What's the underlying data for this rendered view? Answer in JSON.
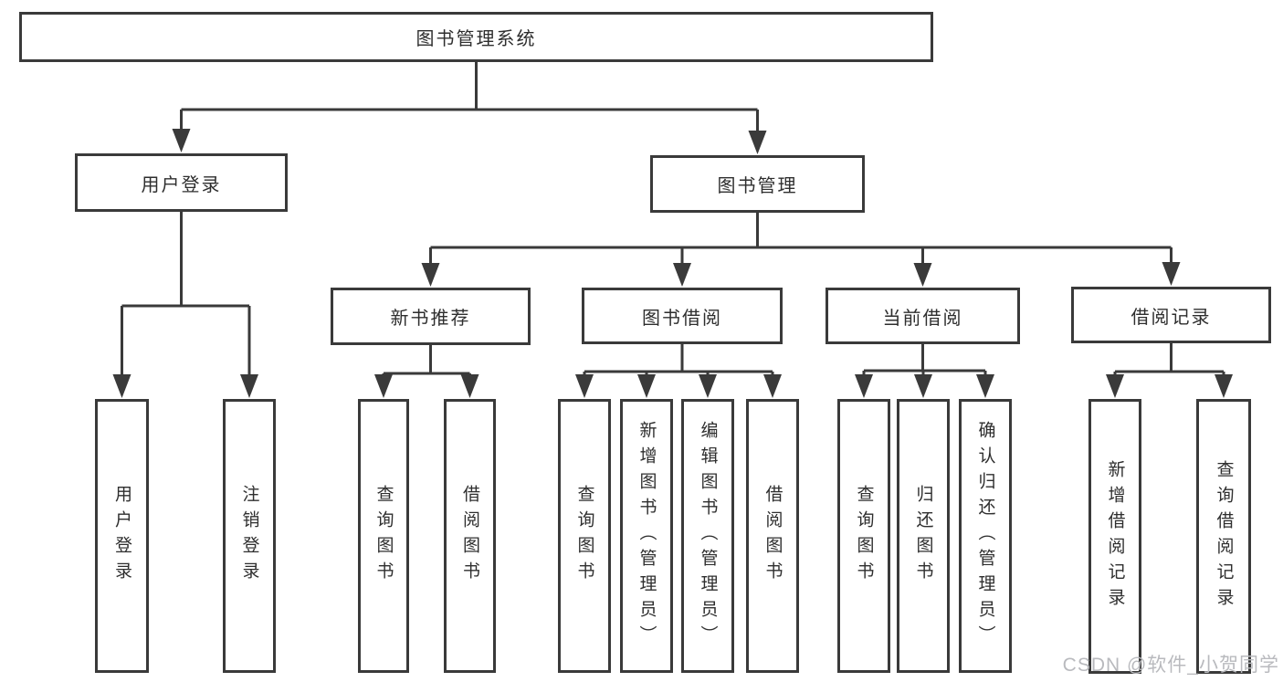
{
  "diagram": {
    "root": {
      "label": "图书管理系统"
    },
    "level2": [
      {
        "label": "用户登录"
      },
      {
        "label": "图书管理"
      }
    ],
    "level3": [
      {
        "label": "新书推荐"
      },
      {
        "label": "图书借阅"
      },
      {
        "label": "当前借阅"
      },
      {
        "label": "借阅记录"
      }
    ],
    "leaves": {
      "user_login": [
        {
          "label": "用户登录"
        },
        {
          "label": "注销登录"
        }
      ],
      "new_books": [
        {
          "label": "查询图书"
        },
        {
          "label": "借阅图书"
        }
      ],
      "book_borrow": [
        {
          "label": "查询图书"
        },
        {
          "label": "新增图书（管理员）"
        },
        {
          "label": "编辑图书（管理员）"
        },
        {
          "label": "借阅图书"
        }
      ],
      "current_borrow": [
        {
          "label": "查询图书"
        },
        {
          "label": "归还图书"
        },
        {
          "label": "确认归还（管理员）"
        }
      ],
      "borrow_records": [
        {
          "label": "新增借阅记录"
        },
        {
          "label": "查询借阅记录"
        }
      ]
    }
  },
  "watermark": {
    "text": "CSDN @软件_小贺同学"
  },
  "colors": {
    "line": "#3a3a3a",
    "box_border": "#3a3a3a",
    "text": "#2e2e2e",
    "watermark": "#b9babe",
    "background": "#ffffff"
  }
}
